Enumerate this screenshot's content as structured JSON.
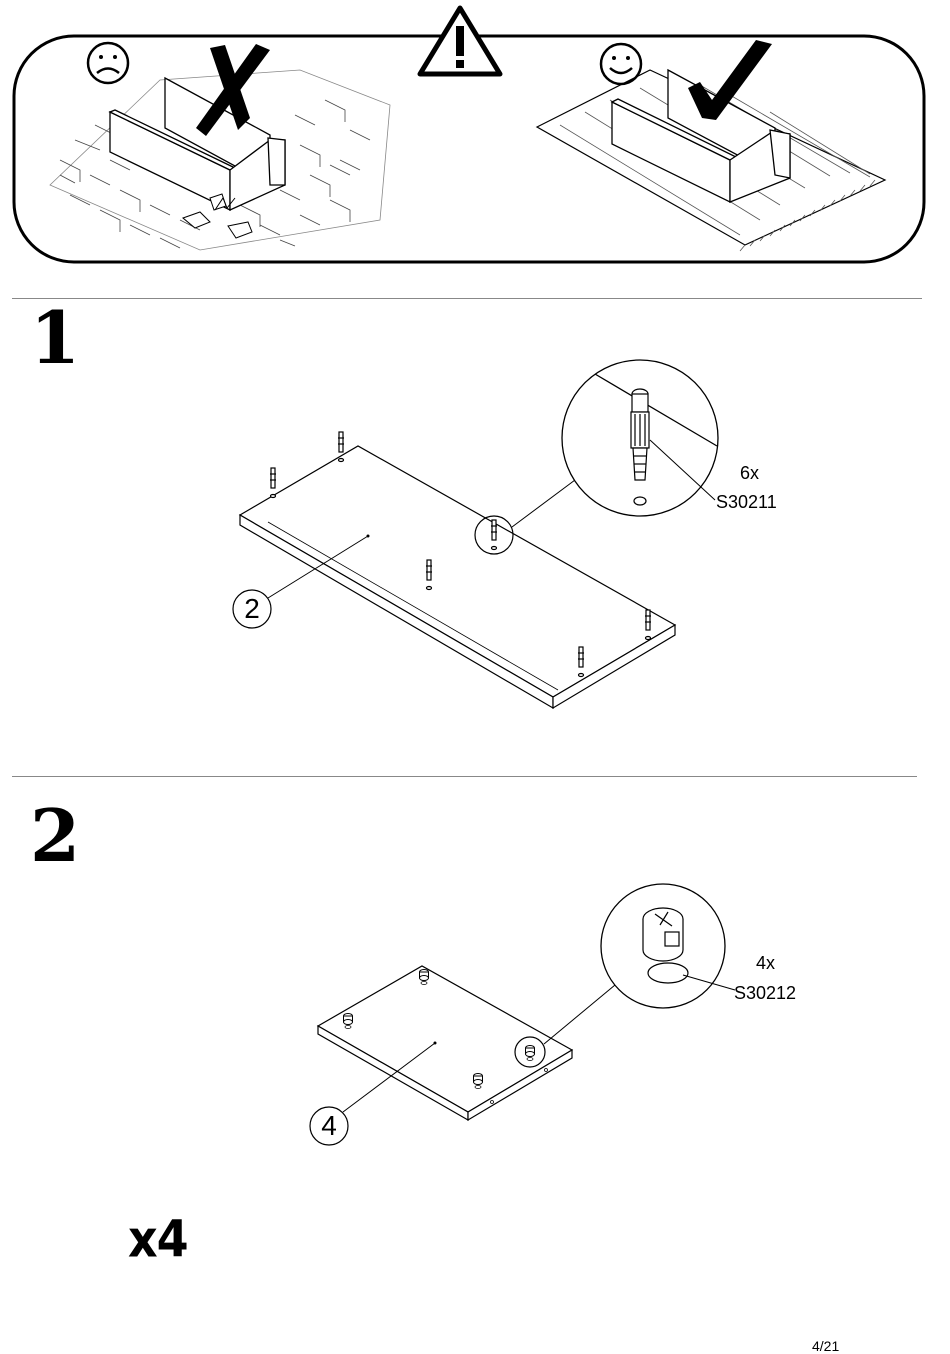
{
  "warning_panel": {
    "bad_example": {
      "face_icon": "sad-face-icon",
      "mark_icon": "cross-mark-icon",
      "surface": "hard-tiled-floor"
    },
    "good_example": {
      "face_icon": "smiley-face-icon",
      "mark_icon": "check-mark-icon",
      "surface": "soft-rug"
    },
    "alert_icon": "warning-triangle-icon"
  },
  "steps": [
    {
      "number": "1",
      "part_label": "2",
      "hardware": {
        "quantity": "6x",
        "code": "S30211",
        "icon": "cam-bolt-icon"
      }
    },
    {
      "number": "2",
      "part_label": "4",
      "hardware": {
        "quantity": "4x",
        "code": "S30212",
        "icon": "cam-lock-icon"
      },
      "repeat": "x4"
    }
  ],
  "footer": {
    "page": "4/21"
  }
}
